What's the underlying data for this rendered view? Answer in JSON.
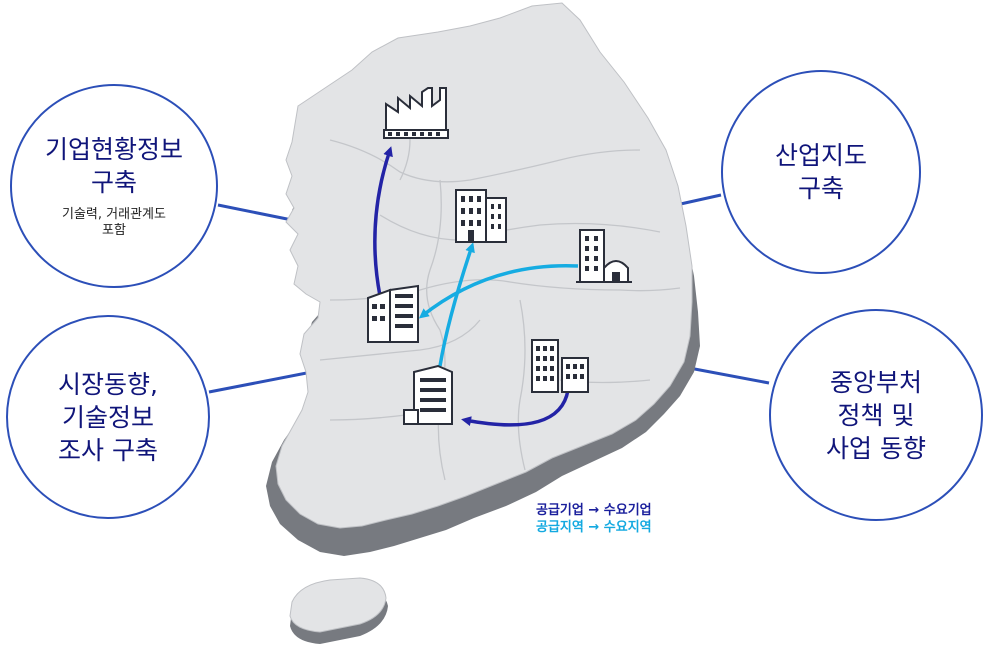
{
  "circles": {
    "company_info": {
      "title": "기업현황정보\n구축",
      "subtitle": "기술력, 거래관계도\n포함"
    },
    "market_trends": {
      "title": "시장동향,\n기술정보\n조사 구축"
    },
    "industry_map": {
      "title": "산업지도\n구축"
    },
    "ministry_policy": {
      "title": "중앙부처\n정책 및\n사업 동향"
    }
  },
  "legend": {
    "company_flow": "공급기업 → 수요기업",
    "region_flow": "공급지역 → 수요지역"
  },
  "colors": {
    "circle_border": "#2c4fb8",
    "circle_text": "#10157a",
    "company_arrow": "#2323a6",
    "region_arrow": "#16ace2",
    "map_fill": "#e3e4e6",
    "map_shadow": "#777a80"
  },
  "icons": [
    "factory-icon",
    "office-tower-icon",
    "office-building-icon",
    "building-dome-icon",
    "office-block-icon",
    "twin-towers-icon"
  ]
}
